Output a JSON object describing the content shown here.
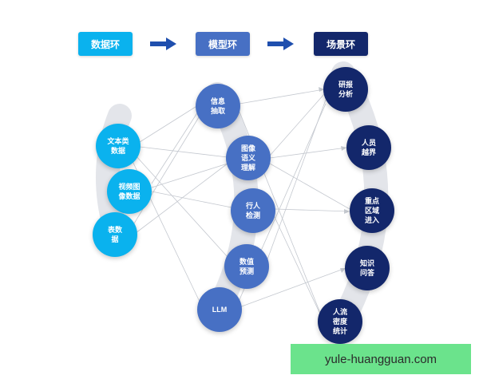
{
  "headers": {
    "data_ring": "数据环",
    "model_ring": "模型环",
    "scene_ring": "场景环"
  },
  "data_nodes": [
    {
      "id": "text-data",
      "label": "文本类数据"
    },
    {
      "id": "video-data",
      "label": "视频图像数据"
    },
    {
      "id": "table-data",
      "label": "表数据"
    }
  ],
  "model_nodes": [
    {
      "id": "info-extract",
      "label": "信息抽取"
    },
    {
      "id": "image-semantic",
      "label": "图像语义理解"
    },
    {
      "id": "pedestrian-detect",
      "label": "行人检测"
    },
    {
      "id": "value-predict",
      "label": "数值预测"
    },
    {
      "id": "llm",
      "label": "LLM"
    }
  ],
  "scene_nodes": [
    {
      "id": "research",
      "label": "研报分析"
    },
    {
      "id": "boundary",
      "label": "人员越界"
    },
    {
      "id": "key-area",
      "label": "重点区域进入"
    },
    {
      "id": "qa",
      "label": "知识问答"
    },
    {
      "id": "crowd-density",
      "label": "人流密度统计"
    }
  ],
  "watermark": "yule-huangguan.com",
  "colors": {
    "data_light": "#0ab2ee",
    "model_mid": "#4770c4",
    "scene_dark": "#13276b",
    "arrow": "#1f4fae",
    "ribbon": "#e3e5ea",
    "connector": "#c4c8cf",
    "watermark_bg": "#6be38c"
  }
}
